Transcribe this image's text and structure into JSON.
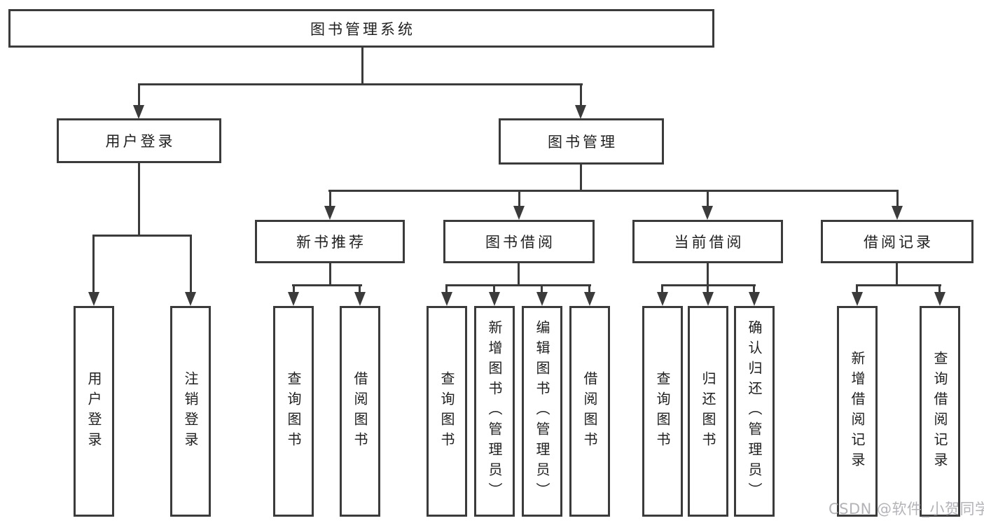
{
  "hierarchy": {
    "root": {
      "label": "图书管理系统",
      "children": [
        {
          "label": "用户登录",
          "children": [
            {
              "label": "用户登录"
            },
            {
              "label": "注销登录"
            }
          ]
        },
        {
          "label": "图书管理",
          "children": [
            {
              "label": "新书推荐",
              "children": [
                {
                  "label": "查询图书"
                },
                {
                  "label": "借阅图书"
                }
              ]
            },
            {
              "label": "图书借阅",
              "children": [
                {
                  "label": "查询图书"
                },
                {
                  "label": "新增图书（管理员）"
                },
                {
                  "label": "编辑图书（管理员）"
                },
                {
                  "label": "借阅图书"
                }
              ]
            },
            {
              "label": "当前借阅",
              "children": [
                {
                  "label": "查询图书"
                },
                {
                  "label": "归还图书"
                },
                {
                  "label": "确认归还（管理员）"
                }
              ]
            },
            {
              "label": "借阅记录",
              "children": [
                {
                  "label": "新增借阅记录"
                },
                {
                  "label": "查询借阅记录"
                }
              ]
            }
          ]
        }
      ]
    }
  },
  "watermark": {
    "text": "CSDN @软件_小贺同学"
  },
  "colors": {
    "line": "#3b3b3b",
    "text": "#1f1f1f",
    "watermark": "#a6a6ad",
    "background": "#ffffff"
  }
}
